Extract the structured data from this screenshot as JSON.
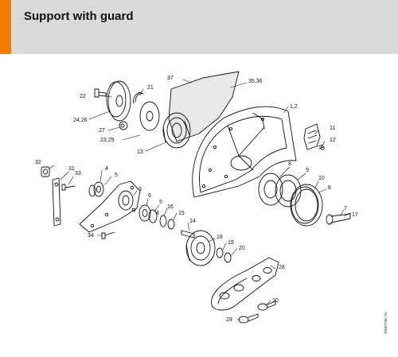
{
  "header": {
    "title": "Support with guard",
    "accent_color": "#f07d00",
    "band_color": "#d9d9d9"
  },
  "drawing_code": "300ET366 SC",
  "callouts": {
    "c1_2": "1,2",
    "c3": "3",
    "c4a": "4",
    "c4b": "4",
    "c5a": "5",
    "c5b": "5",
    "c6": "6",
    "c7": "7",
    "c8a": "8",
    "c8b": "8",
    "c9": "9",
    "c10": "10",
    "c11": "11",
    "c12": "12",
    "c13": "13",
    "c14": "14",
    "c15": "15",
    "c16": "16",
    "c17": "17",
    "c18": "18",
    "c19": "19",
    "c20": "20",
    "c21": "21",
    "c22": "22",
    "c23_25": "23,25",
    "c24_26": "24,26",
    "c27": "27",
    "c28": "28",
    "c29": "29",
    "c30": "30",
    "c31": "31",
    "c32": "32",
    "c33": "33",
    "c34": "34",
    "c35_36": "35,36",
    "c37": "37"
  }
}
